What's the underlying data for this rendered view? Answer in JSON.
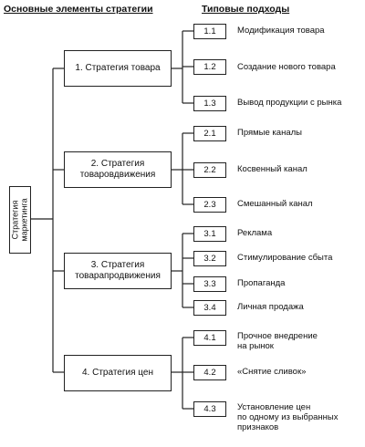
{
  "header": {
    "left_title": "Основные элементы стратегии",
    "right_title": "Типовые подходы"
  },
  "root": {
    "label": "Стратегия\nмаркетинга"
  },
  "strategies": [
    {
      "label": "1. Стратегия товара",
      "approaches": [
        {
          "code": "1.1",
          "label": "Модификация товара"
        },
        {
          "code": "1.2",
          "label": "Создание нового товара"
        },
        {
          "code": "1.3",
          "label": "Вывод продукции с рынка"
        }
      ]
    },
    {
      "label": "2. Стратегия\nтоваровдвижения",
      "approaches": [
        {
          "code": "2.1",
          "label": "Прямые каналы"
        },
        {
          "code": "2.2",
          "label": "Косвенный канал"
        },
        {
          "code": "2.3",
          "label": "Смешанный канал"
        }
      ]
    },
    {
      "label": "3. Стратегия\nтоварапродвижения",
      "approaches": [
        {
          "code": "3.1",
          "label": "Реклама"
        },
        {
          "code": "3.2",
          "label": "Стимулирование сбыта"
        },
        {
          "code": "3.3",
          "label": "Пропаганда"
        },
        {
          "code": "3.4",
          "label": "Личная продажа"
        }
      ]
    },
    {
      "label": "4. Стратегия цен",
      "approaches": [
        {
          "code": "4.1",
          "label": "Прочное внедрение\nна рынок"
        },
        {
          "code": "4.2",
          "label": "«Снятие сливок»"
        },
        {
          "code": "4.3",
          "label": "Установление цен\nпо одному из выбранных\nпризнаков"
        }
      ]
    }
  ]
}
